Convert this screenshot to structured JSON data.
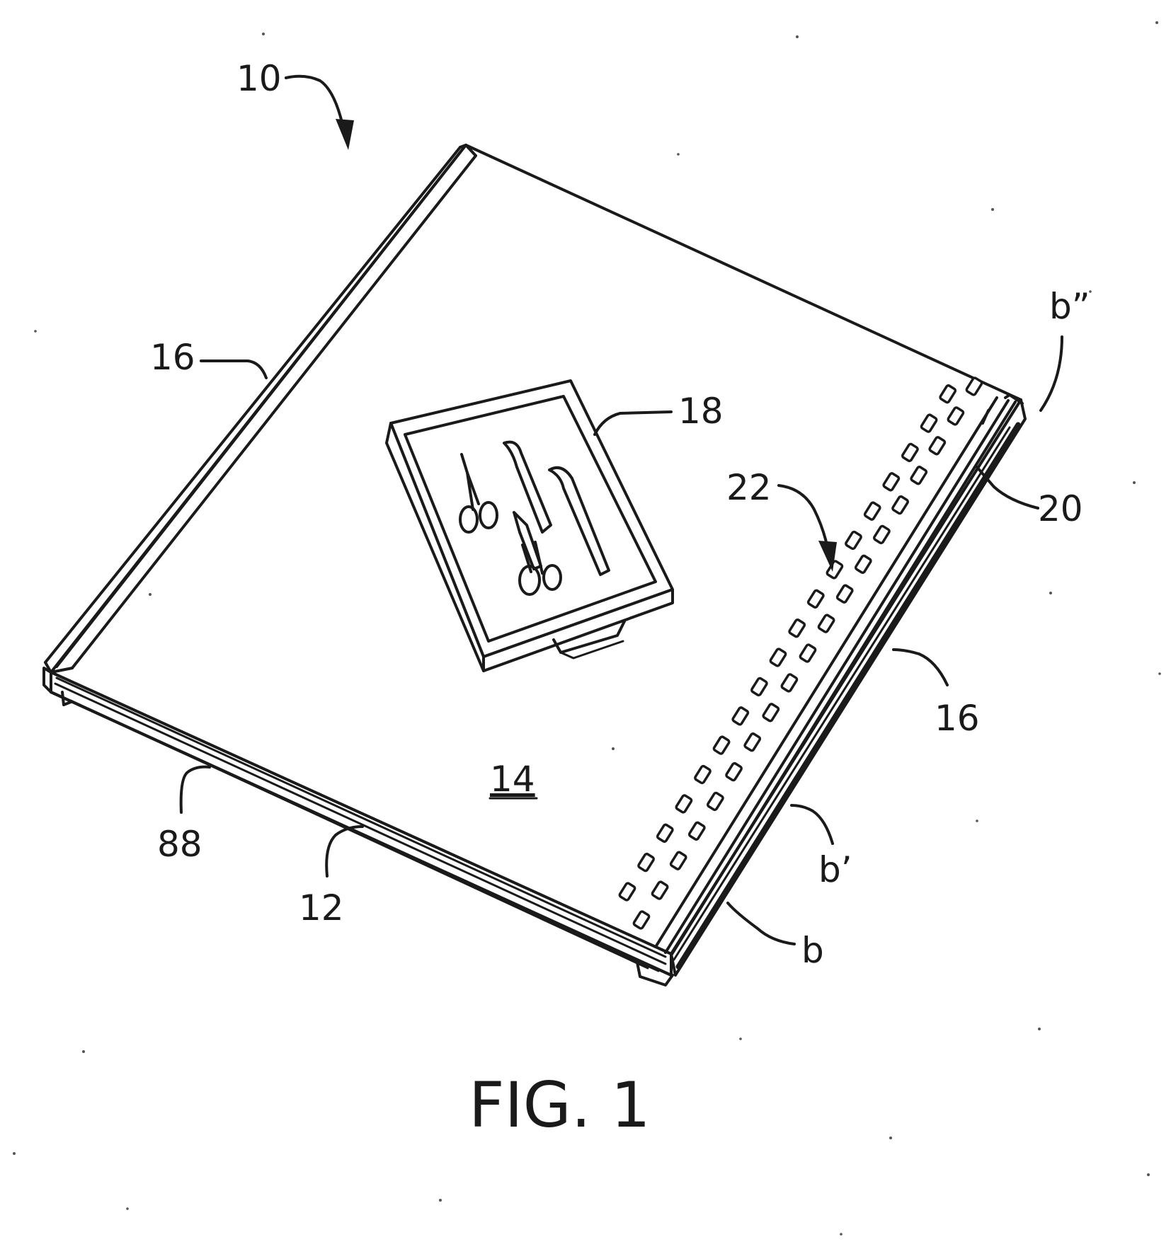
{
  "labels": {
    "assembly": "10",
    "side_rail_left": "16",
    "side_rail_right": "16",
    "tray": "18",
    "hinge_strip": "20",
    "slot_row": "22",
    "surface": "14",
    "front_edge": "12",
    "bottom_edge": "88",
    "edge_b": "b",
    "edge_b_prime": "b’",
    "edge_b_double_prime": "b”"
  },
  "caption": "FIG. 1",
  "icons": {
    "tray_contents": [
      "scissors-icon",
      "scalpel-icon",
      "forceps-icon",
      "scalpel-icon",
      "scissors-icon"
    ]
  },
  "colors": {
    "ink": "#1a1a1a",
    "paper": "#ffffff"
  }
}
